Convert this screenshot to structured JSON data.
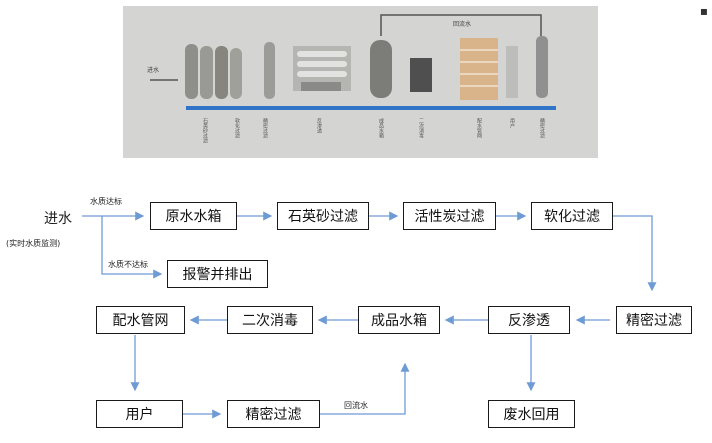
{
  "photo": {
    "title": "回流水",
    "inlet_label": "进水",
    "captions": [
      "石英砂过滤",
      "软化过滤",
      "精密过滤",
      "反渗透",
      "成品水箱",
      "二次消毒",
      "配水管网",
      "用户",
      "精密过滤"
    ],
    "colors": {
      "band": "#2f74c8",
      "background": "#d4d4d2"
    }
  },
  "flow": {
    "inlet": "进水",
    "monitor_note": "(实时水质监测)",
    "pass_label": "水质达标",
    "fail_label": "水质不达标",
    "return_label": "回流水",
    "nodes": {
      "raw_tank": "原水水箱",
      "quartz": "石英砂过滤",
      "carbon": "活性炭过滤",
      "soften": "软化过滤",
      "precision": "精密过滤",
      "ro": "反渗透",
      "product_tank": "成品水箱",
      "disinfect": "二次消毒",
      "network": "配水管网",
      "alarm": "报警并排出",
      "user": "用户",
      "precision2": "精密过滤",
      "waste": "废水回用"
    },
    "colors": {
      "arrow": "#6f9bd4",
      "border": "#1a1a1a"
    }
  }
}
